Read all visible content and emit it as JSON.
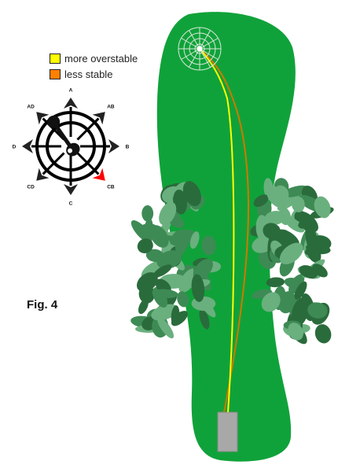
{
  "legend": [
    {
      "label": "more overstable",
      "color": "#ffff00"
    },
    {
      "label": "less stable",
      "color": "#ff8000"
    }
  ],
  "figure_label": "Fig. 4",
  "compass": {
    "labels": [
      "A",
      "AB",
      "B",
      "CB",
      "C",
      "CD",
      "D",
      "AD"
    ],
    "highlighted": "CB",
    "highlight_color": "#ff0000",
    "icon": "golfer-icon"
  },
  "colors": {
    "fairway": "#10a23a",
    "tree_dark": "#2a6b3c",
    "tree_mid": "#3e8a55",
    "tree_light": "#6ab07e",
    "tee_pad": "#a8a8a8",
    "basket": "#ffffff"
  },
  "flight_paths": [
    {
      "name": "more overstable",
      "color": "#ffff00"
    },
    {
      "name": "less stable",
      "color": "#cc7a00"
    }
  ]
}
